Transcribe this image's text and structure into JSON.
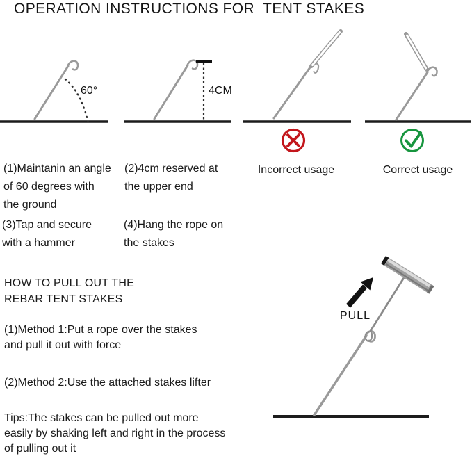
{
  "title": "OPERATION INSTRUCTIONS FOR  TENT STAKES",
  "panels": [
    {
      "annotation": "60°",
      "label_lines": [
        "(1)Maintanin an angle",
        "of 60 degrees with",
        "the ground"
      ]
    },
    {
      "annotation": "4CM",
      "label_lines": [
        "(2)4cm reserved at",
        "the upper end"
      ]
    },
    {
      "label": "Incorrect usage"
    },
    {
      "label": "Correct usage"
    }
  ],
  "steps": [
    {
      "lines": [
        "(3)Tap and secure",
        "with a hammer"
      ]
    },
    {
      "lines": [
        "(4)Hang the rope on",
        "the stakes"
      ]
    }
  ],
  "pullout": {
    "heading_lines": [
      "HOW TO PULL OUT THE",
      "REBAR TENT STAKES"
    ],
    "method1_lines": [
      "(1)Method 1:Put a rope over the stakes",
      "and pull it out with force"
    ],
    "method2": "(2)Method 2:Use the attached stakes lifter",
    "tips_lines": [
      "Tips:The stakes can be pulled out more",
      "easily by shaking left and right in the process",
      "of pulling out it"
    ],
    "pull_label": "PULL"
  },
  "colors": {
    "incorrect": "#c3161c",
    "correct": "#17953e",
    "stake": "#9a9a9a",
    "rod_outline": "#999999",
    "ground": "#1c1c1c",
    "arrow": "#111111"
  }
}
